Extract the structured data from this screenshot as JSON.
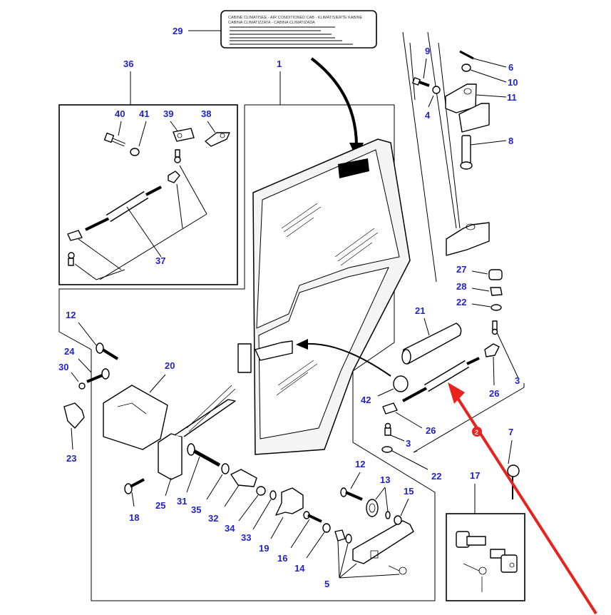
{
  "diagram": {
    "title": "Cab door assembly exploded parts diagram",
    "label_plate": {
      "line1": "CABINE CLIMATISEE - AIR CONDITIONED CAB - KLIMATISIERTE KABINE",
      "line2": "CABINA CLIMATIZZATA - CABINA CLIMATIZADA"
    },
    "callouts": {
      "c1": "1",
      "c3a": "3",
      "c3b": "3",
      "c4": "4",
      "c5": "5",
      "c6": "6",
      "c7": "7",
      "c8": "8",
      "c9": "9",
      "c10": "10",
      "c11": "11",
      "c12a": "12",
      "c12b": "12",
      "c13": "13",
      "c14": "14",
      "c15": "15",
      "c16": "16",
      "c17": "17",
      "c18": "18",
      "c19": "19",
      "c20": "20",
      "c21": "21",
      "c22a": "22",
      "c22b": "22",
      "c23": "23",
      "c24": "24",
      "c25": "25",
      "c26a": "26",
      "c26b": "26",
      "c27": "27",
      "c28": "28",
      "c29": "29",
      "c30": "30",
      "c31": "31",
      "c32": "32",
      "c33": "33",
      "c34": "34",
      "c35": "35",
      "c36": "36",
      "c37": "37",
      "c38": "38",
      "c39": "39",
      "c40": "40",
      "c41": "41",
      "c42": "42"
    },
    "highlight": {
      "badge": "2",
      "color": "#e8231e",
      "target_part": "21"
    },
    "callout_color": "#2222cc"
  }
}
